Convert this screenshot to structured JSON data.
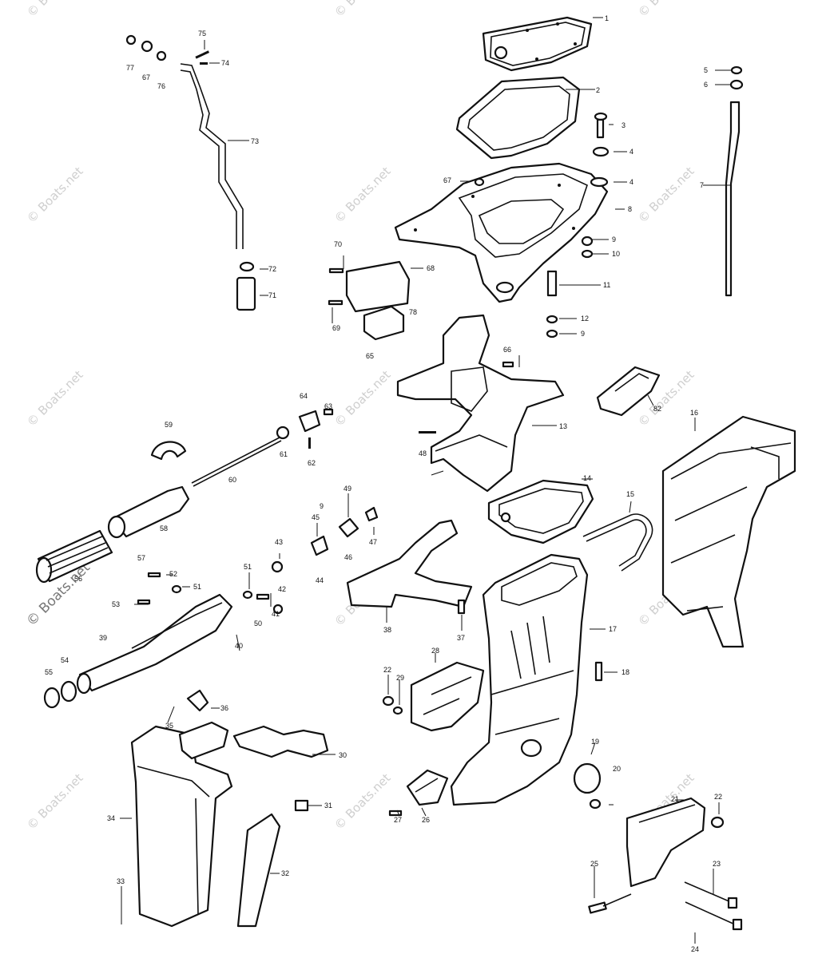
{
  "watermark": "© Boats.net",
  "colors": {
    "ink": "#111111",
    "paper": "#ffffff",
    "watermark": "#cfcfcf"
  },
  "callouts": [
    "1",
    "2",
    "3",
    "4",
    "4",
    "5",
    "6",
    "7",
    "8",
    "9",
    "10",
    "11",
    "12",
    "9",
    "13",
    "14",
    "15",
    "16",
    "17",
    "18",
    "19",
    "20",
    "21",
    "22",
    "23",
    "24",
    "25",
    "26",
    "27",
    "28",
    "29",
    "22",
    "30",
    "31",
    "32",
    "33",
    "34",
    "35",
    "36",
    "37",
    "38",
    "39",
    "40",
    "41",
    "42",
    "43",
    "44",
    "45",
    "46",
    "47",
    "48",
    "49",
    "50",
    "51",
    "51",
    "52",
    "53",
    "54",
    "55",
    "56",
    "57",
    "58",
    "59",
    "60",
    "61",
    "62",
    "63",
    "64",
    "65",
    "66",
    "67",
    "67",
    "68",
    "69",
    "70",
    "71",
    "72",
    "73",
    "74",
    "75",
    "76",
    "77",
    "78",
    "82",
    "9"
  ]
}
